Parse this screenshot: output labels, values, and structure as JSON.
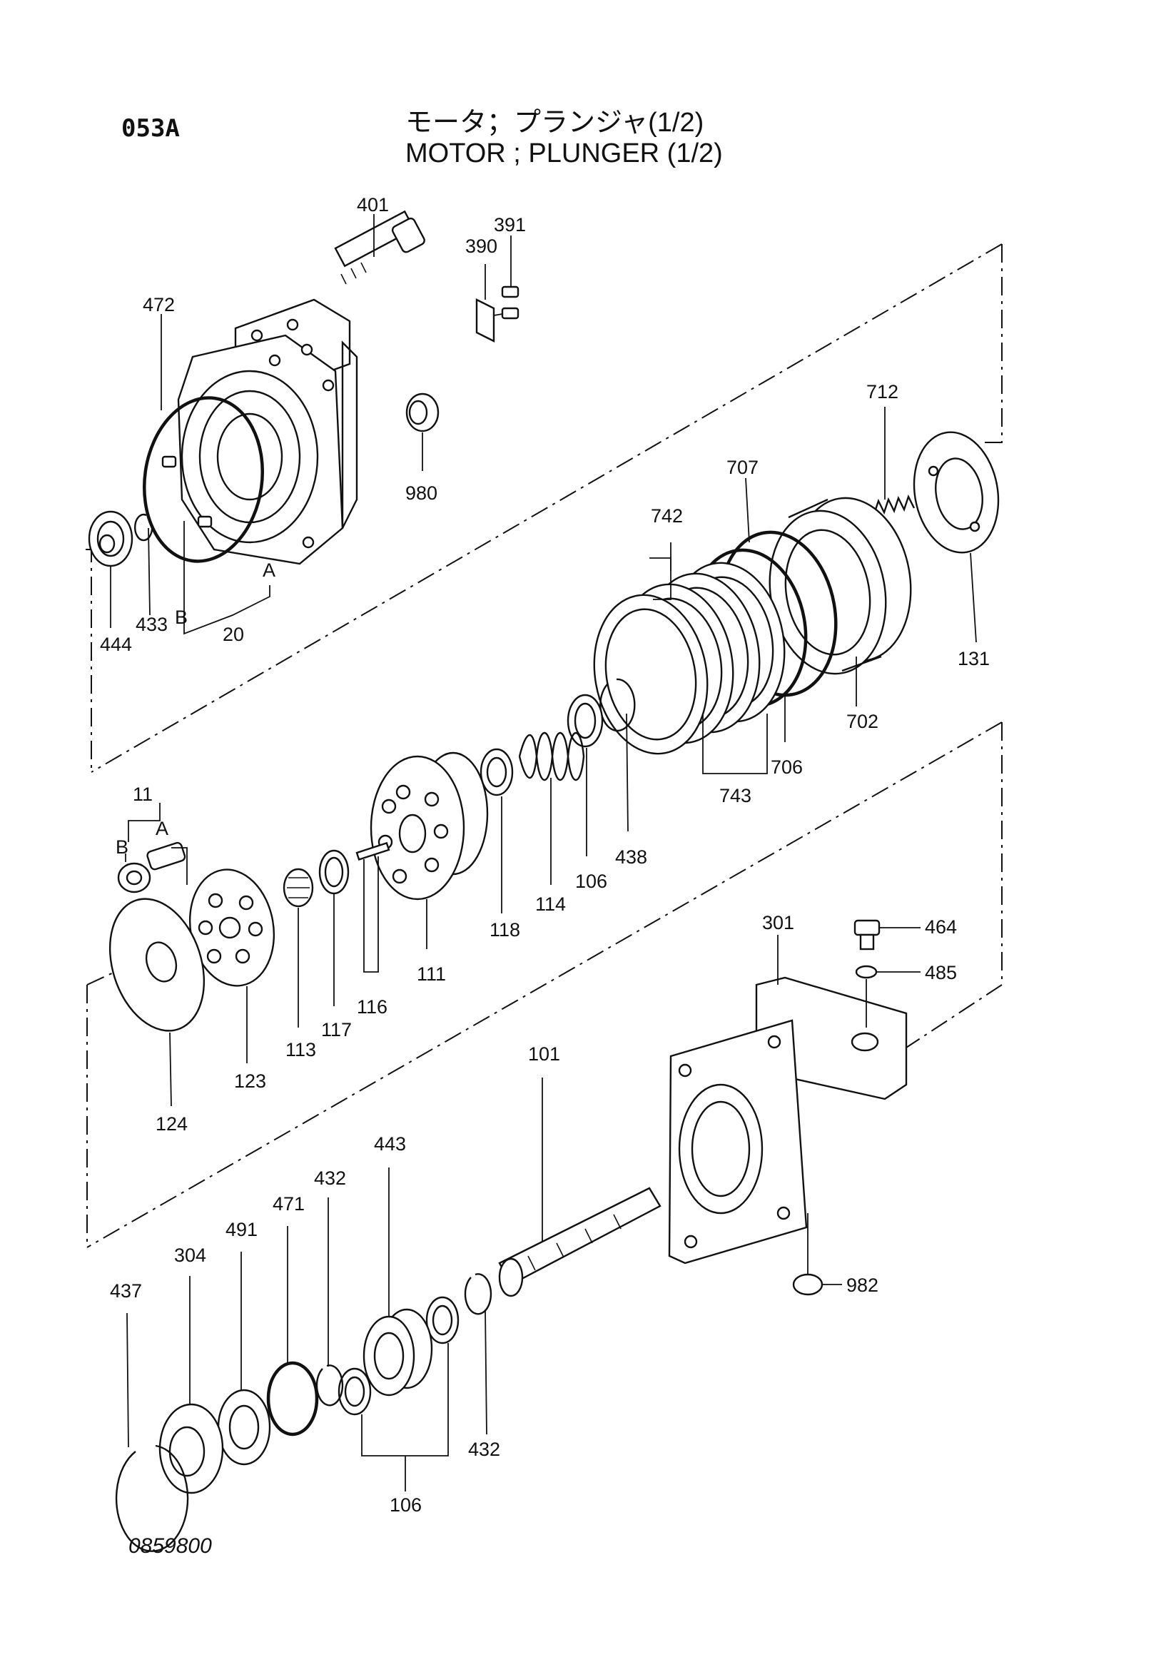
{
  "header": {
    "section_code": "053A",
    "title_jp": "モータ；プランジャ(1/2)",
    "title_en": "MOTOR ; PLUNGER (1/2)"
  },
  "drawing_number": "0859800",
  "callouts": [
    {
      "id": "c401",
      "text": "401"
    },
    {
      "id": "c391",
      "text": "391"
    },
    {
      "id": "c390",
      "text": "390"
    },
    {
      "id": "c472",
      "text": "472"
    },
    {
      "id": "c980",
      "text": "980"
    },
    {
      "id": "c712",
      "text": "712"
    },
    {
      "id": "c707",
      "text": "707"
    },
    {
      "id": "c742",
      "text": "742"
    },
    {
      "id": "c131",
      "text": "131"
    },
    {
      "id": "c702",
      "text": "702"
    },
    {
      "id": "c706",
      "text": "706"
    },
    {
      "id": "c743",
      "text": "743"
    },
    {
      "id": "c438",
      "text": "438"
    },
    {
      "id": "c106a",
      "text": "106"
    },
    {
      "id": "c114",
      "text": "114"
    },
    {
      "id": "c118",
      "text": "118"
    },
    {
      "id": "c111",
      "text": "111"
    },
    {
      "id": "c116",
      "text": "116"
    },
    {
      "id": "c117",
      "text": "117"
    },
    {
      "id": "c113",
      "text": "113"
    },
    {
      "id": "c123",
      "text": "123"
    },
    {
      "id": "c124",
      "text": "124"
    },
    {
      "id": "c11",
      "text": "11"
    },
    {
      "id": "cA2",
      "text": "A"
    },
    {
      "id": "cB2",
      "text": "B"
    },
    {
      "id": "c444",
      "text": "444"
    },
    {
      "id": "c433",
      "text": "433"
    },
    {
      "id": "cB1",
      "text": "B"
    },
    {
      "id": "cA1",
      "text": "A"
    },
    {
      "id": "c20",
      "text": "20"
    },
    {
      "id": "c301",
      "text": "301"
    },
    {
      "id": "c464",
      "text": "464"
    },
    {
      "id": "c485",
      "text": "485"
    },
    {
      "id": "c101",
      "text": "101"
    },
    {
      "id": "c982",
      "text": "982"
    },
    {
      "id": "c443",
      "text": "443"
    },
    {
      "id": "c432a",
      "text": "432"
    },
    {
      "id": "c471",
      "text": "471"
    },
    {
      "id": "c491",
      "text": "491"
    },
    {
      "id": "c304",
      "text": "304"
    },
    {
      "id": "c437",
      "text": "437"
    },
    {
      "id": "c432b",
      "text": "432"
    },
    {
      "id": "c106b",
      "text": "106"
    }
  ]
}
